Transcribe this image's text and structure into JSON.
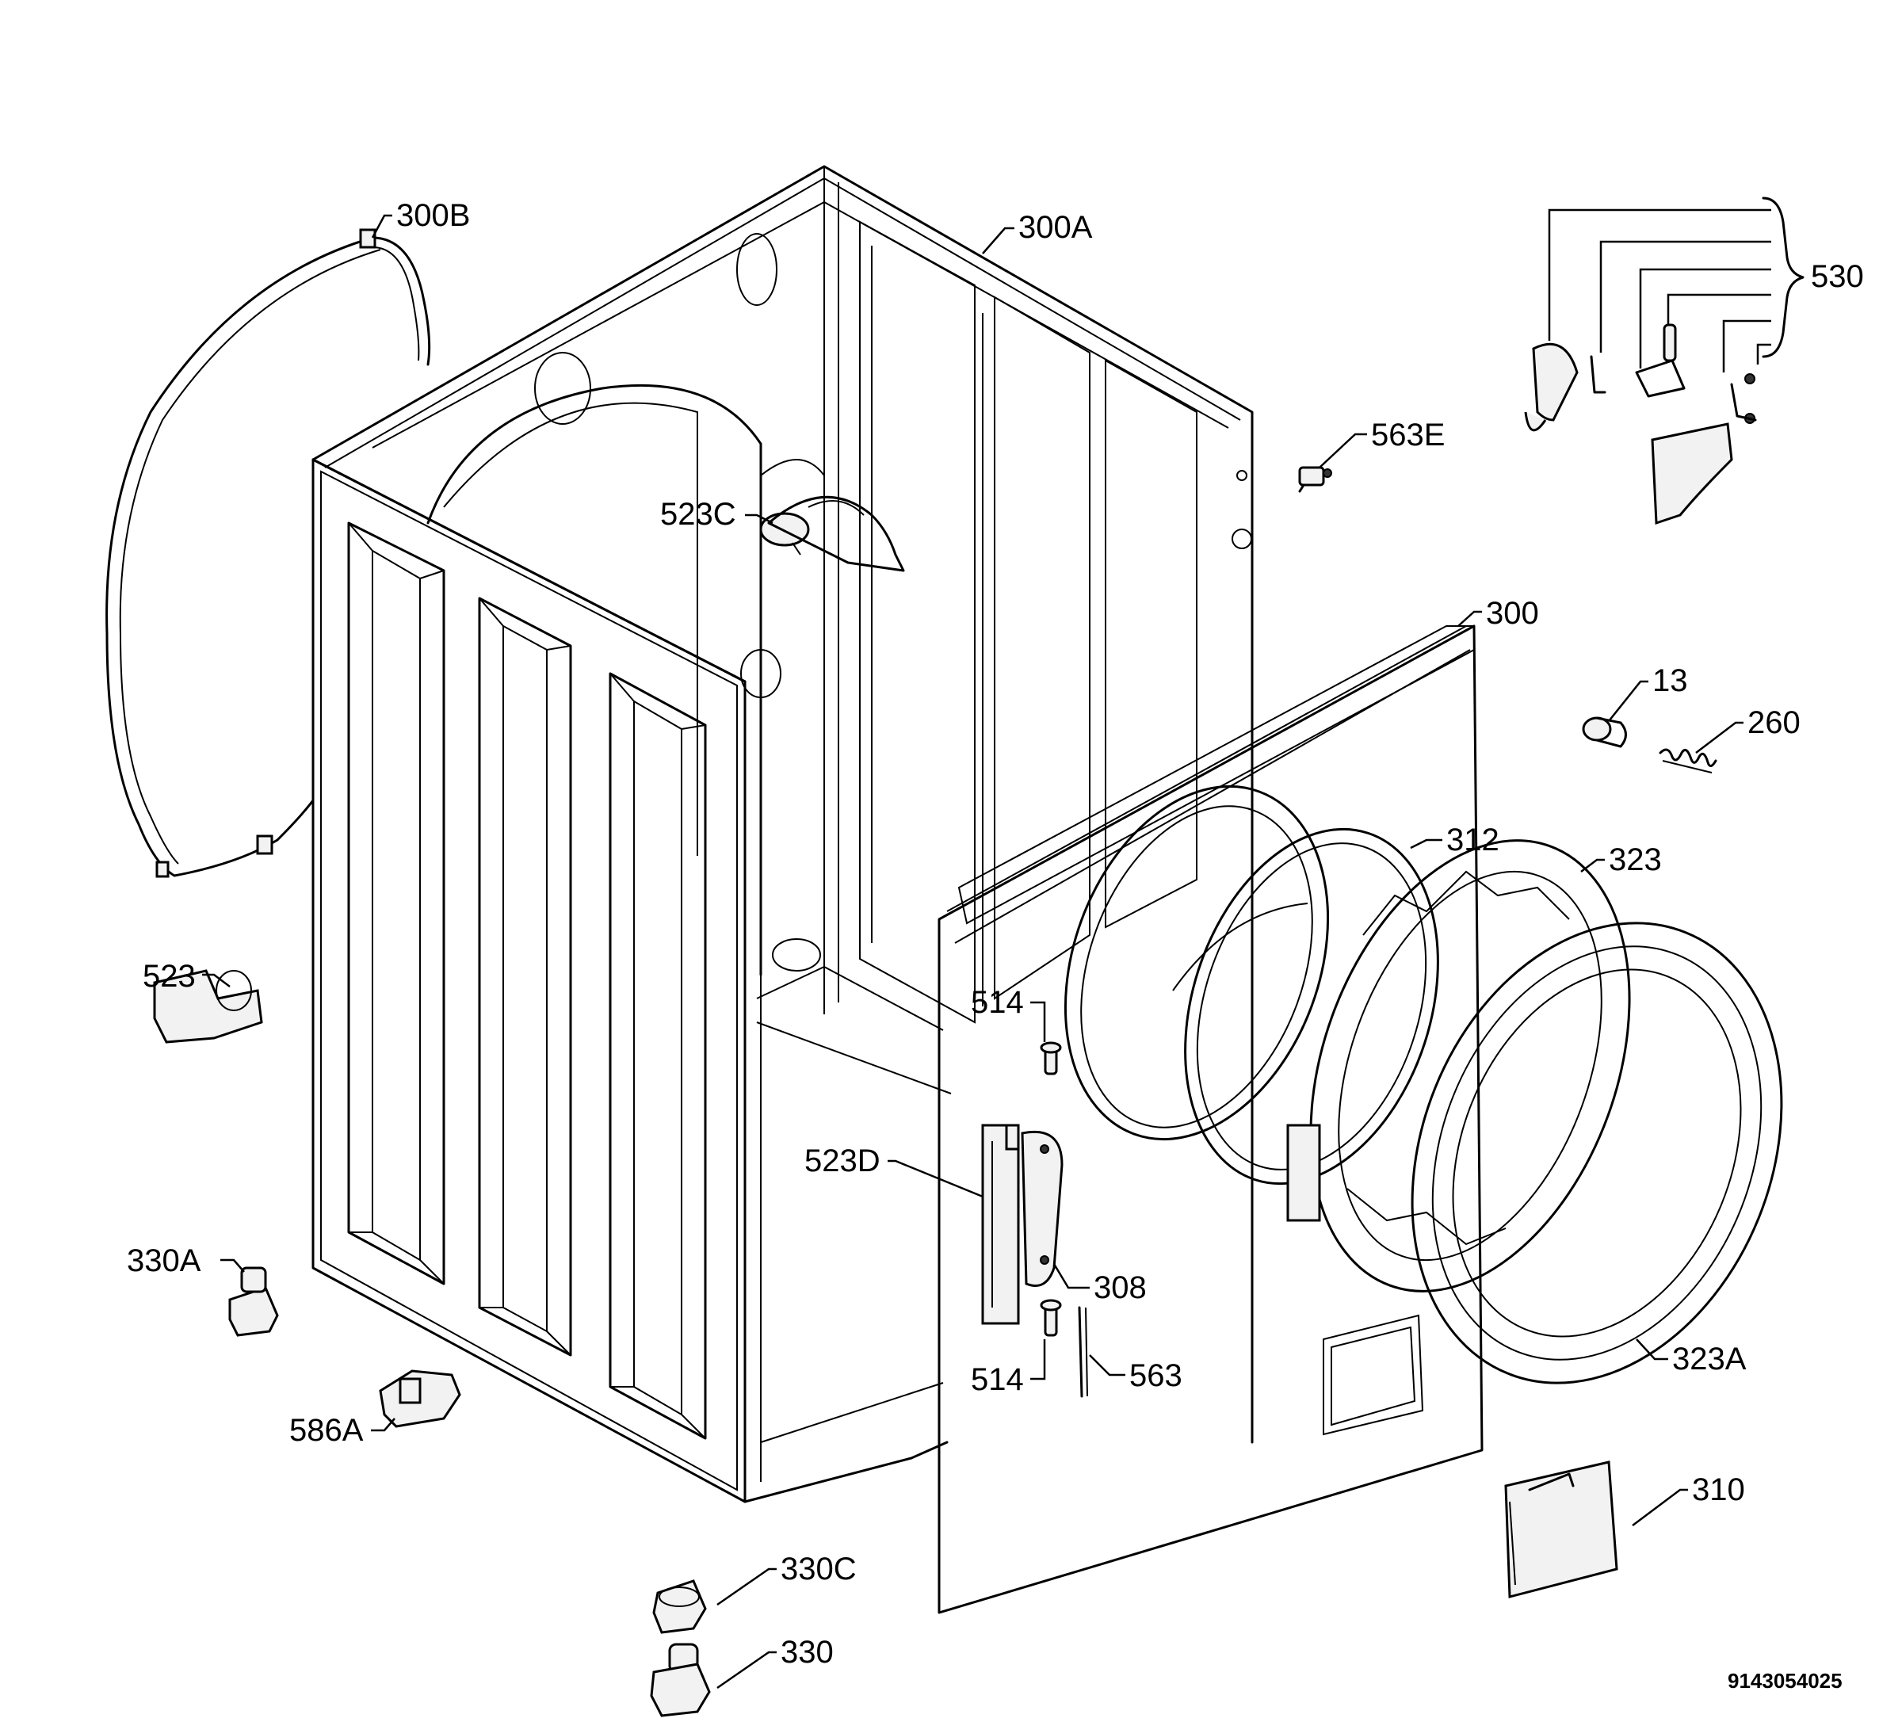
{
  "labels": {
    "l300B": "300B",
    "l300A": "300A",
    "l530": "530",
    "l563E": "563E",
    "l523C": "523C",
    "l300": "300",
    "l13": "13",
    "l260": "260",
    "l312": "312",
    "l323": "323",
    "l523": "523",
    "l514a": "514",
    "l523D": "523D",
    "l308": "308",
    "l330A": "330A",
    "l514b": "514",
    "l563": "563",
    "l323A": "323A",
    "l586A": "586A",
    "l310": "310",
    "l330C": "330C",
    "l330": "330"
  },
  "drawing_code": "9143054025"
}
